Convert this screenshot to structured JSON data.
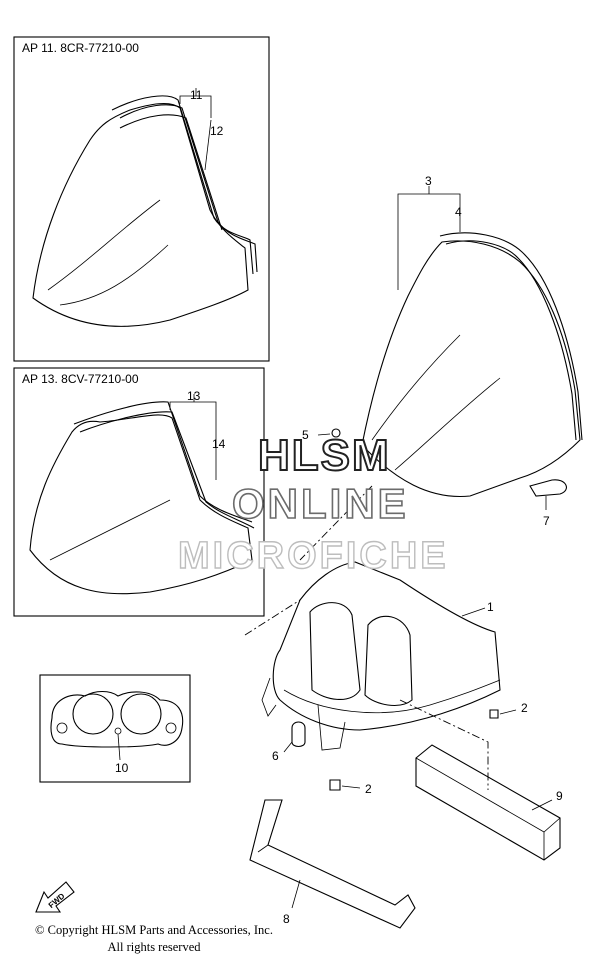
{
  "inset_top": {
    "title": "AP  11. 8CR-77210-00",
    "callouts": [
      "11",
      "12"
    ]
  },
  "inset_bottom": {
    "title": "AP  13. 8CV-77210-00",
    "callouts": [
      "13",
      "14"
    ]
  },
  "inset_meter": {
    "callouts": [
      "10"
    ]
  },
  "parts": {
    "p1": "1",
    "p2a": "2",
    "p2b": "2",
    "p3": "3",
    "p4": "4",
    "p5": "5",
    "p6": "6",
    "p7": "7",
    "p8": "8",
    "p9": "9"
  },
  "watermark": {
    "line1": "HLSM",
    "line2": "ONLINE",
    "line3": "MICROFICHE"
  },
  "fwd_label": "FWD",
  "copyright": {
    "line1": "© Copyright HLSM Parts and Accessories, Inc.",
    "line2": "All rights reserved"
  }
}
